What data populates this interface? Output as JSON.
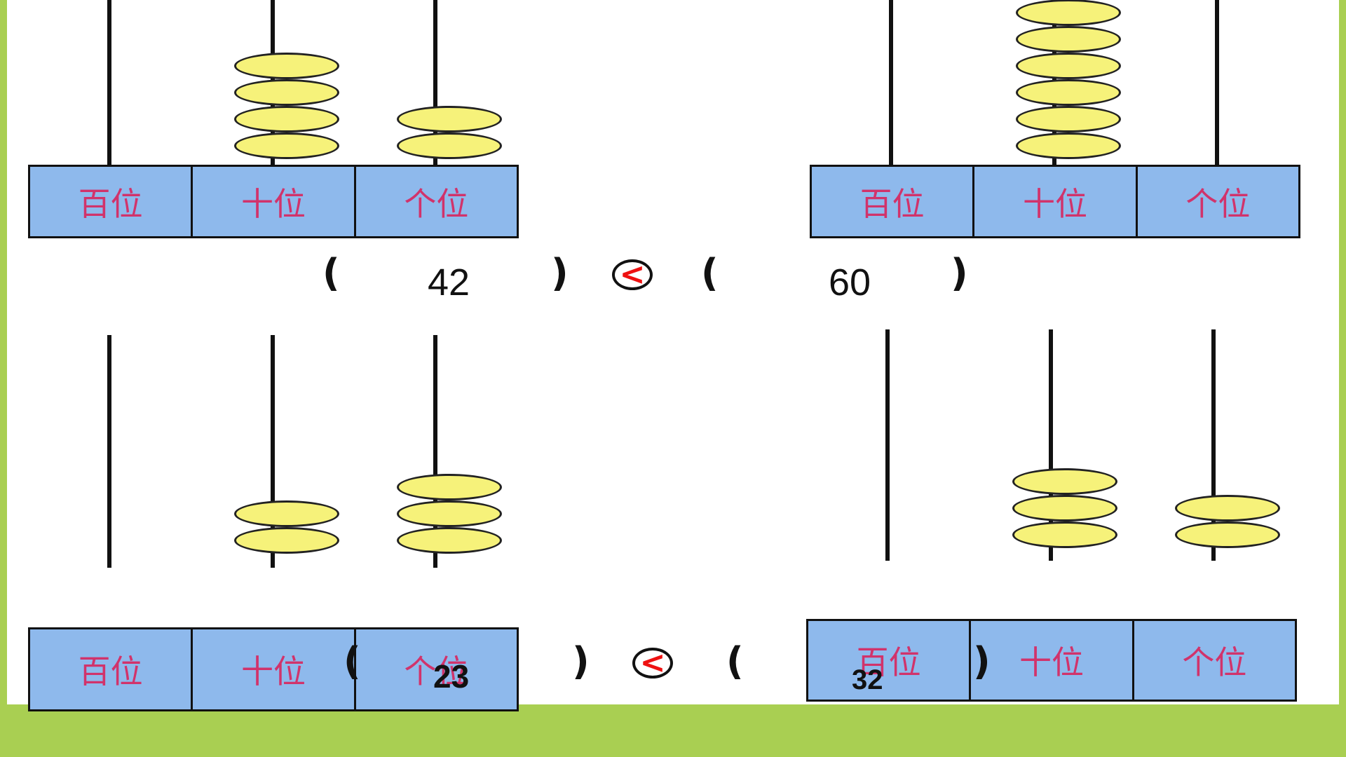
{
  "place_labels": {
    "hundreds": "百位",
    "tens": "十位",
    "ones": "个位"
  },
  "comparisons": [
    {
      "left": {
        "value": "42",
        "tens_beads": 4,
        "ones_beads": 2
      },
      "operator": "<",
      "right": {
        "value": "60",
        "tens_beads": 6,
        "ones_beads": 0
      }
    },
    {
      "left": {
        "value": "23",
        "tens_beads": 2,
        "ones_beads": 3
      },
      "operator": "<",
      "right": {
        "value": "32",
        "tens_beads": 3,
        "ones_beads": 2
      }
    }
  ],
  "colors": {
    "frame": "#a9cf52",
    "bead": "#f6f27a",
    "base": "#8eb9ec",
    "label": "#d1336b",
    "operator": "#ee1111"
  }
}
